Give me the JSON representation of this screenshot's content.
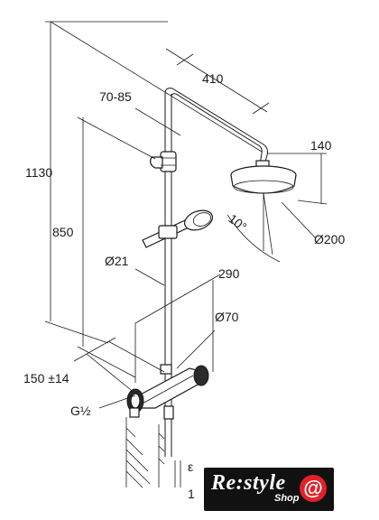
{
  "dimensions": {
    "overall_height": "1130",
    "arm_reach": "410",
    "holder_range": "70-85",
    "rail_height": "850",
    "head_height": "140",
    "tilt_angle": "10°",
    "head_diameter": "Ø200",
    "pipe_diameter": "Ø21",
    "mixer_width": "290",
    "mixer_diameter": "Ø70",
    "inlet_spacing": "150 ±14",
    "thread": "G½",
    "bottom_symbol": "ε",
    "bottom_number": "1"
  },
  "brand": {
    "name": "Re:style",
    "sub": "Shop",
    "symbol": "@"
  },
  "colors": {
    "line": "#1a1a1a",
    "background": "#ffffff",
    "badge_background": "#111111",
    "badge_accent": "#e2212b"
  },
  "icons": {
    "brand_symbol": "at-sign-icon"
  }
}
